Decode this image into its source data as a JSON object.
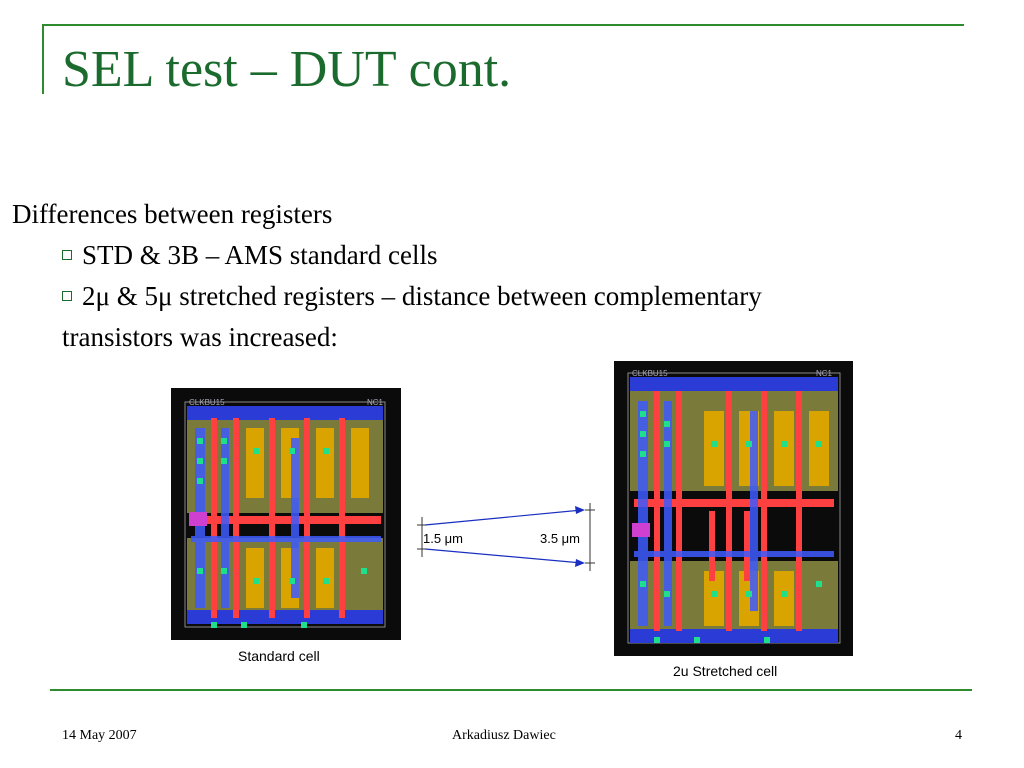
{
  "slide": {
    "title": "SEL test – DUT cont.",
    "body": {
      "heading": "Differences between registers",
      "bullets": [
        "STD & 3B – AMS standard cells",
        "2μ & 5μ stretched registers –  distance between complementary"
      ],
      "continuation": "transistors was increased:"
    },
    "figure": {
      "left_caption": "Standard cell",
      "right_caption": "2u Stretched cell",
      "dim_left": "1.5 μm",
      "dim_right": "3.5 μm",
      "layout_left_label_tl": "CLKBU15",
      "layout_left_label_tr": "NC1",
      "layout_right_label_tl": "CLKBU15",
      "layout_right_label_tr": "NC1"
    },
    "footer": {
      "date": "14 May 2007",
      "author": "Arkadiusz Dawiec",
      "page": "4"
    },
    "colors": {
      "accent": "#1c6b2e",
      "rule": "#2e8b2e",
      "arrow": "#1a2fbf"
    }
  }
}
